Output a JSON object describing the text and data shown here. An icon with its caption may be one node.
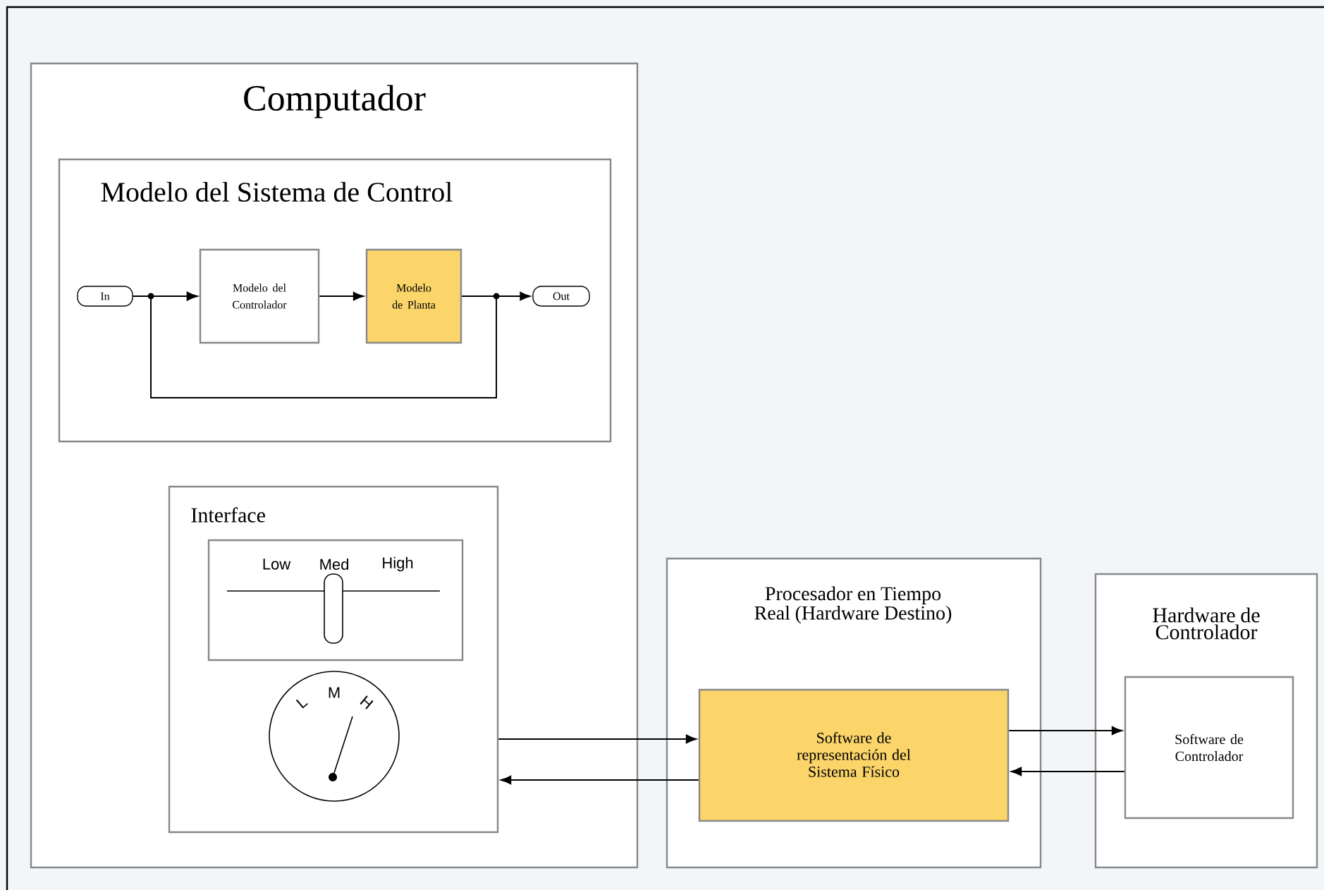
{
  "diagram": {
    "nodes": [
      {
        "text": [
          "Computador"
        ]
      },
      {
        "text": [
          "Modelo del Sistema de Control"
        ],
        "in": 0
      },
      {
        "text": [
          "In"
        ],
        "in": 1
      },
      {
        "text": [
          "Modelo del Controlador"
        ],
        "in": 1
      },
      {
        "text": [
          "Modelo de Planta"
        ],
        "in": 1
      },
      {
        "text": [
          "Out"
        ],
        "in": 1
      },
      {
        "text": [
          "Interface"
        ],
        "in": 0
      },
      {
        "text": [
          "Low",
          "Med",
          "High"
        ],
        "in": 6
      },
      {
        "text": [
          "L",
          "M",
          "H"
        ],
        "in": 6
      },
      {
        "text": [
          "Procesador en Tiempo Real (Hardware Destino)"
        ]
      },
      {
        "text": [
          "Software de representación del Sistema Físico"
        ],
        "in": 9
      },
      {
        "text": [
          "Hardware de Controlador"
        ]
      },
      {
        "text": [
          "Software de Controlador"
        ],
        "in": 11
      }
    ],
    "edges": [
      {
        "from": 2,
        "to": 3,
        "arrow": "to"
      },
      {
        "from": 3,
        "to": 4,
        "arrow": "to"
      },
      {
        "from": 4,
        "to": 5,
        "arrow": "to"
      },
      {
        "from": 4,
        "to": 3,
        "arrow": "to"
      },
      {
        "from": 6,
        "to": 10,
        "arrow": "to"
      },
      {
        "from": 10,
        "to": 6,
        "arrow": "to"
      },
      {
        "from": 10,
        "to": 12,
        "arrow": "to"
      },
      {
        "from": 12,
        "to": 10,
        "arrow": "to"
      }
    ]
  }
}
